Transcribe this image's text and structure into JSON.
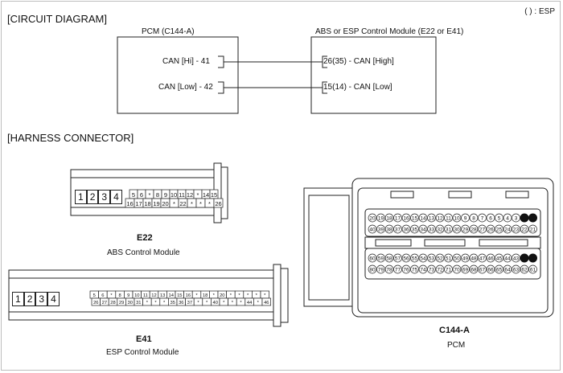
{
  "legend": "( ) : ESP",
  "circuit": {
    "section_title": "[CIRCUIT DIAGRAM]",
    "pcm_title": "PCM (C144-A)",
    "abs_title": "ABS or ESP Control Module (E22 or E41)",
    "pcm_pin_hi": "CAN [Hi] - 41",
    "pcm_pin_low": "CAN [Low] - 42",
    "abs_pin_high": "26(35) - CAN [High]",
    "abs_pin_low": "15(14) - CAN [Low]"
  },
  "harness": {
    "section_title": "[HARNESS CONNECTOR]",
    "e22": {
      "code": "E22",
      "name": "ABS Control Module",
      "big_pins": [
        "1",
        "2",
        "3",
        "4"
      ],
      "row1": [
        "5",
        "6",
        "*",
        "8",
        "9",
        "10",
        "11",
        "12",
        "*",
        "14",
        "15"
      ],
      "row2": [
        "16",
        "17",
        "18",
        "19",
        "20",
        "*",
        "22",
        "*",
        "*",
        "*",
        "26"
      ]
    },
    "e41": {
      "code": "E41",
      "name": "ESP Control Module",
      "big_pins": [
        "1",
        "2",
        "3",
        "4"
      ],
      "row1": [
        "5",
        "6",
        "*",
        "8",
        "9",
        "10",
        "11",
        "12",
        "13",
        "14",
        "15",
        "16",
        "*",
        "18",
        "*",
        "20",
        "*",
        "*",
        "*",
        "*",
        "*"
      ],
      "row2": [
        "26",
        "27",
        "28",
        "29",
        "30",
        "31",
        "*",
        "*",
        "*",
        "35",
        "36",
        "37",
        "*",
        "*",
        "40",
        "*",
        "*",
        "*",
        "44",
        "*",
        "46"
      ]
    },
    "c144a": {
      "code": "C144-A",
      "name": "PCM",
      "row1": [
        "20",
        "19",
        "18",
        "17",
        "16",
        "15",
        "14",
        "13",
        "12",
        "11",
        "10",
        "9",
        "8",
        "7",
        "6",
        "5",
        "4",
        "3",
        "",
        ""
      ],
      "row2": [
        "40",
        "39",
        "38",
        "37",
        "36",
        "35",
        "34",
        "33",
        "32",
        "31",
        "30",
        "29",
        "28",
        "27",
        "26",
        "25",
        "24",
        "23",
        "22",
        "21"
      ],
      "row3": [
        "60",
        "59",
        "58",
        "57",
        "56",
        "55",
        "54",
        "53",
        "52",
        "51",
        "50",
        "49",
        "48",
        "47",
        "46",
        "45",
        "44",
        "43",
        "",
        ""
      ],
      "row4": [
        "80",
        "79",
        "78",
        "77",
        "76",
        "75",
        "74",
        "73",
        "72",
        "71",
        "70",
        "69",
        "68",
        "67",
        "66",
        "65",
        "64",
        "63",
        "62",
        "61"
      ]
    }
  }
}
